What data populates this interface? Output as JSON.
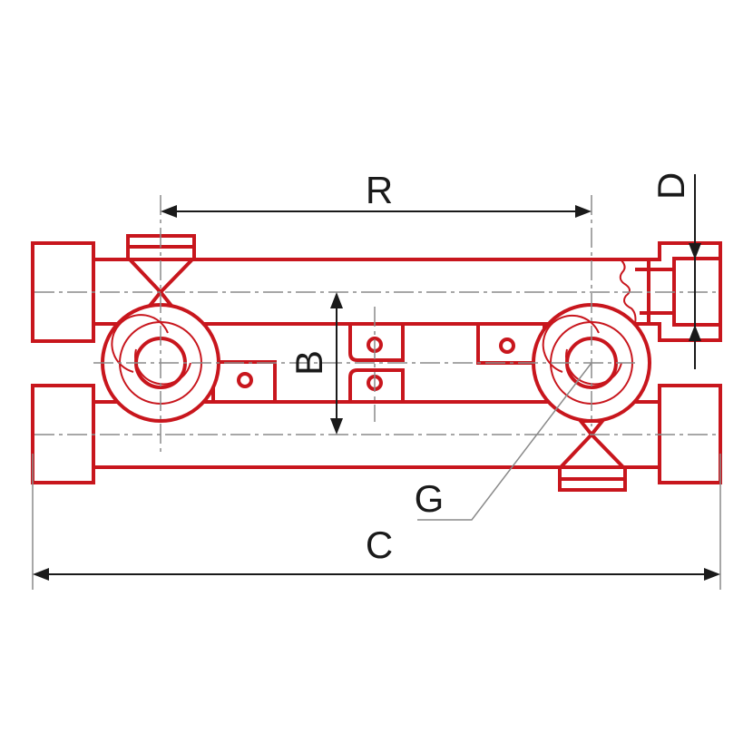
{
  "diagram": {
    "labels": {
      "R": "R",
      "B": "B",
      "C": "C",
      "D": "D",
      "G": "G"
    },
    "colors": {
      "part": "#c8161d",
      "centerline": "#8a8a8a",
      "dimension": "#1a1a1a"
    }
  }
}
